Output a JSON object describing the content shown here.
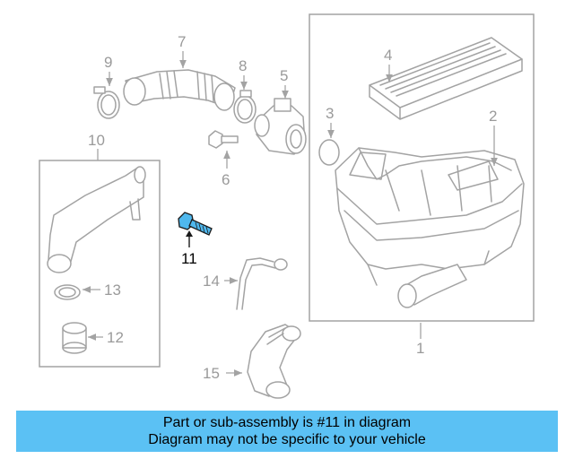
{
  "labels": {
    "p1": "1",
    "p2": "2",
    "p3": "3",
    "p4": "4",
    "p5": "5",
    "p6": "6",
    "p7": "7",
    "p8": "8",
    "p9": "9",
    "p10": "10",
    "p11": "11",
    "p12": "12",
    "p13": "13",
    "p14": "14",
    "p15": "15"
  },
  "highlight": {
    "part": "11",
    "color": "#4fb8ee"
  },
  "banner": {
    "line1": "Part or sub-assembly is #11 in diagram",
    "line2": "Diagram may not be specific to your vehicle",
    "color": "#5bc1f4"
  }
}
